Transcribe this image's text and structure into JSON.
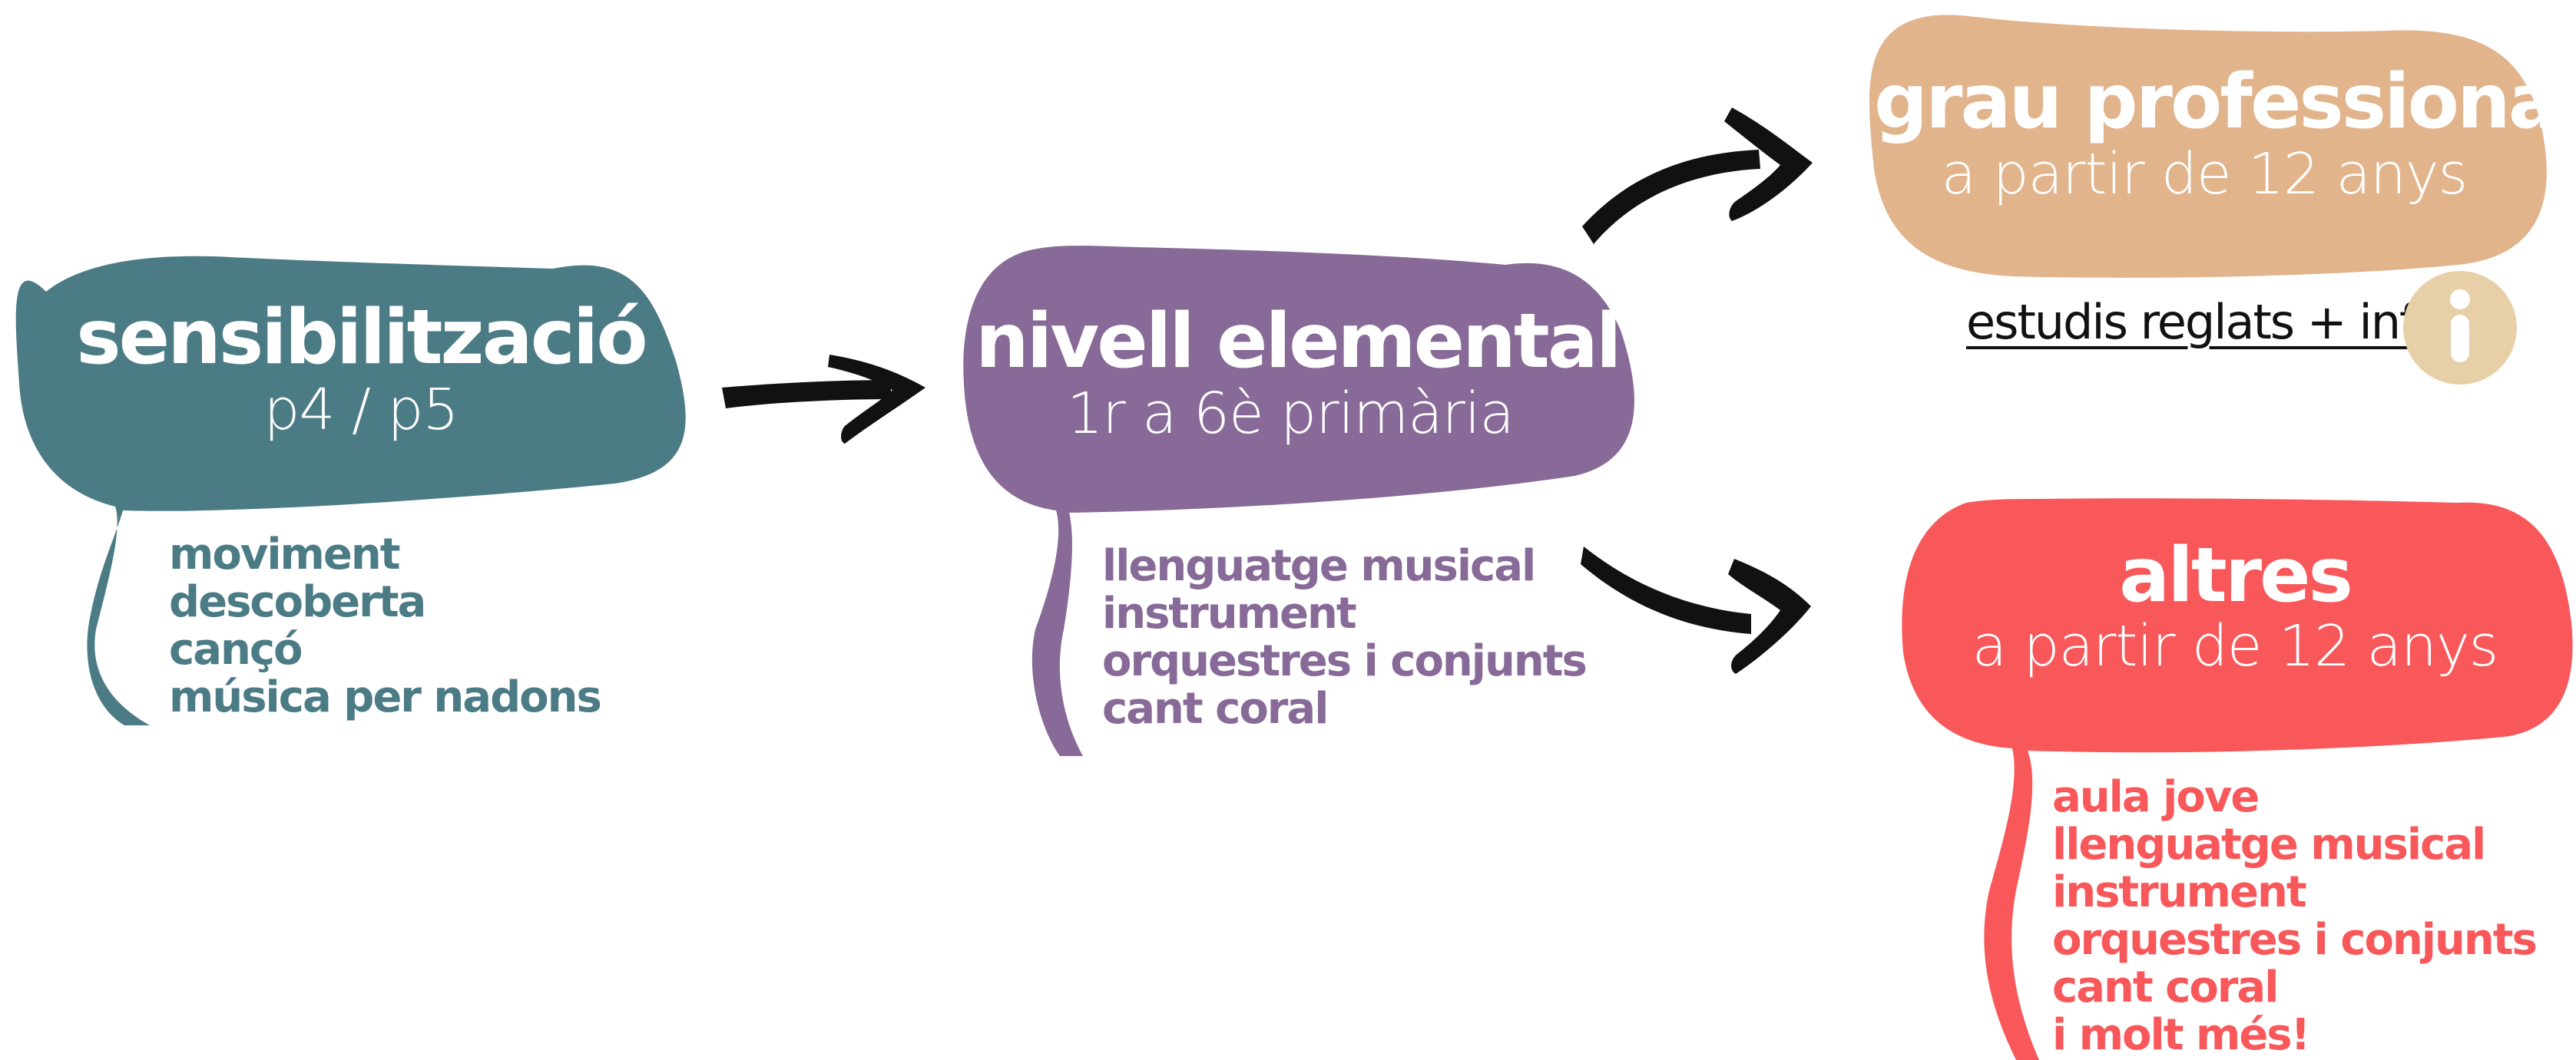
{
  "colors": {
    "teal": "#4b7b84",
    "purple": "#876a97",
    "peach": "#e1b48c",
    "coral": "#f8585a",
    "info_circle": "#e7d0a8",
    "arrow": "#111111"
  },
  "stages": {
    "sensibilitzacio": {
      "title": "sensibilització",
      "subtitle": "p4 / p5",
      "items": [
        "moviment",
        "descoberta",
        "cançó",
        "música per nadons"
      ]
    },
    "elemental": {
      "title": "nivell elemental",
      "subtitle": "1r a 6è primària",
      "items": [
        "llenguatge musical",
        "instrument",
        "orquestres i conjunts",
        "cant coral"
      ]
    },
    "professional": {
      "title": "grau professional",
      "subtitle": "a partir de 12 anys",
      "link": "estudis reglats + info",
      "info_icon": "info-icon"
    },
    "altres": {
      "title": "altres",
      "subtitle": "a partir de 12 anys",
      "items": [
        "aula jove",
        "llenguatge musical",
        "instrument",
        "orquestres i conjunts",
        "cant coral",
        "i molt més!"
      ]
    }
  }
}
